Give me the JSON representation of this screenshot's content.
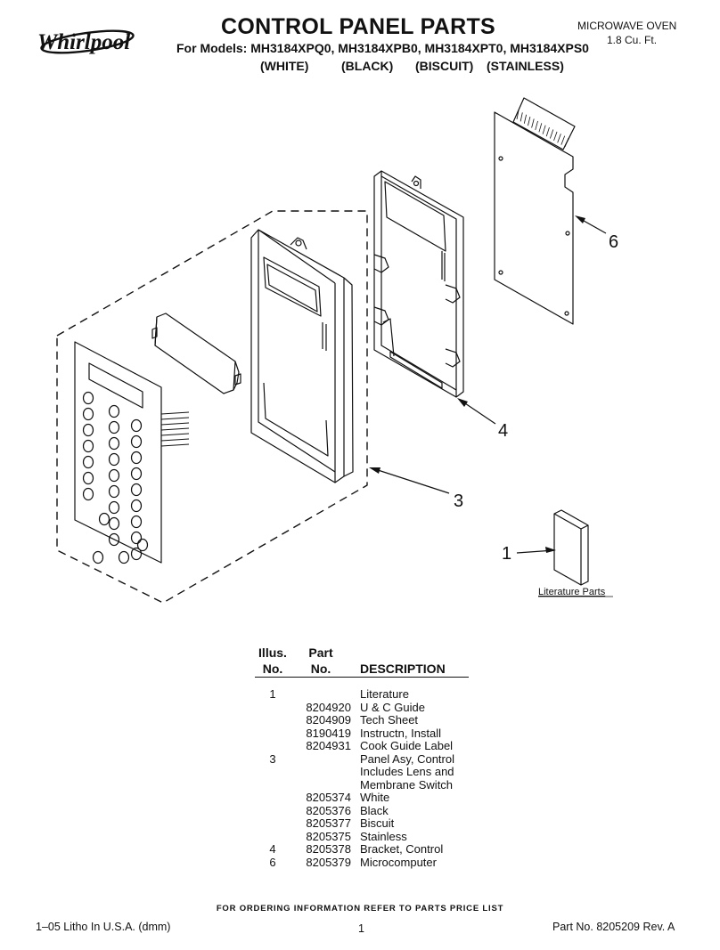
{
  "brand": {
    "logo_text": "Whirlpool"
  },
  "header": {
    "title": "CONTROL PANEL PARTS",
    "models_line": "For Models: MH3184XPQ0, MH3184XPB0, MH3184XPT0, MH3184XPS0",
    "variants": [
      "(WHITE)",
      "(BLACK)",
      "(BISCUIT)",
      "(STAINLESS)"
    ],
    "product_type": "MICROWAVE OVEN",
    "capacity": "1.8 Cu. Ft."
  },
  "diagram": {
    "callouts": [
      "6",
      "4",
      "3",
      "1"
    ],
    "literature_label": "Literature Parts"
  },
  "table": {
    "headers": {
      "illus": [
        "Illus.",
        "No."
      ],
      "part": [
        "Part",
        "No."
      ],
      "description": "DESCRIPTION"
    },
    "rows": [
      {
        "illus": "1",
        "part": "",
        "description": "Literature"
      },
      {
        "illus": "",
        "part": "8204920",
        "description": "U & C Guide"
      },
      {
        "illus": "",
        "part": "8204909",
        "description": "Tech Sheet"
      },
      {
        "illus": "",
        "part": "8190419",
        "description": "Instructn, Install"
      },
      {
        "illus": "",
        "part": "8204931",
        "description": "Cook Guide Label"
      },
      {
        "illus": "3",
        "part": "",
        "description": "Panel Asy, Control"
      },
      {
        "illus": "",
        "part": "",
        "description": "Includes Lens and"
      },
      {
        "illus": "",
        "part": "",
        "description": "Membrane Switch"
      },
      {
        "illus": "",
        "part": "8205374",
        "description": "White"
      },
      {
        "illus": "",
        "part": "8205376",
        "description": "Black"
      },
      {
        "illus": "",
        "part": "8205377",
        "description": "Biscuit"
      },
      {
        "illus": "",
        "part": "8205375",
        "description": "Stainless"
      },
      {
        "illus": "4",
        "part": "8205378",
        "description": "Bracket, Control"
      },
      {
        "illus": "6",
        "part": "8205379",
        "description": "Microcomputer"
      }
    ]
  },
  "footer": {
    "note": "FOR ORDERING INFORMATION REFER TO PARTS PRICE LIST",
    "left": "1–05 Litho In U.S.A. (dmm)",
    "page_number": "1",
    "right": "Part No. 8205209 Rev. A"
  }
}
